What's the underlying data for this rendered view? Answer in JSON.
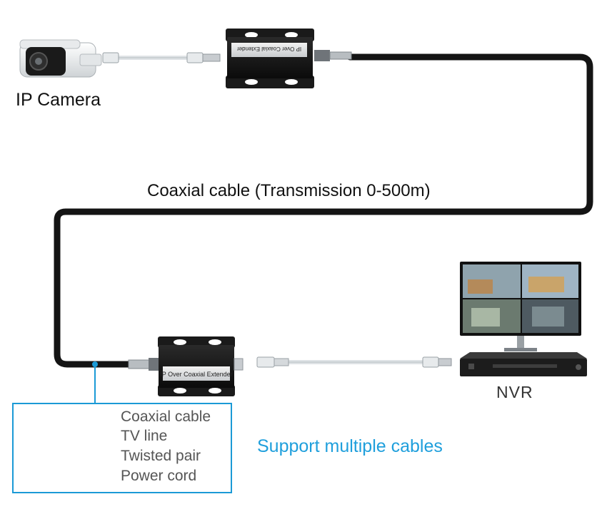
{
  "labels": {
    "ip_camera": "IP Camera",
    "coaxial_transmission": "Coaxial cable (Transmission 0-500m)",
    "nvr": "NVR",
    "support_multiple": "Support multiple cables"
  },
  "extender": {
    "top_label": "IP Over Coaxial Extender",
    "bottom_label": "IP Over Coaxial Extender"
  },
  "legend": {
    "items": [
      "Coaxial cable",
      "TV line",
      "Twisted pair",
      "Power cord"
    ]
  },
  "colors": {
    "accent_blue": "#1f9fdc",
    "legend_border": "#1b9ad6",
    "cable_black": "#141414",
    "ethernet_cable": "#dfe3e6"
  },
  "icons": [
    "ip-camera-icon",
    "extender-box-icon",
    "nvr-recorder-icon",
    "monitor-icon",
    "rj45-connector-icon",
    "bnc-connector-icon"
  ]
}
